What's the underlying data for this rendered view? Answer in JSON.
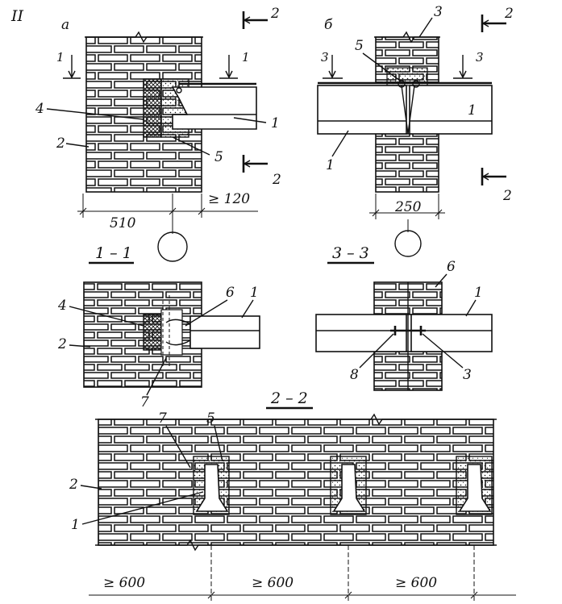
{
  "sheet_label": "II",
  "views": {
    "a": {
      "letter": "а",
      "dim_width": "510",
      "dim_bearing": "≥ 120",
      "callouts": [
        "1",
        "2",
        "4",
        "5"
      ],
      "sections": [
        "1",
        "1",
        "2",
        "2"
      ]
    },
    "b": {
      "letter": "б",
      "dim_width": "250",
      "callouts": [
        "1",
        "1",
        "3",
        "5"
      ],
      "sections": [
        "3",
        "3",
        "2",
        "2"
      ]
    }
  },
  "section_1_1": {
    "title": "1 – 1",
    "callouts": [
      "1",
      "2",
      "4",
      "6",
      "7"
    ]
  },
  "section_3_3": {
    "title": "3 – 3",
    "callouts": [
      "1",
      "3",
      "6",
      "8"
    ]
  },
  "section_2_2": {
    "title": "2 – 2",
    "callouts": [
      "1",
      "2",
      "5",
      "7"
    ],
    "spacings": [
      "≥ 600",
      "≥ 600",
      "≥ 600"
    ]
  },
  "colors": {
    "ink": "#111111",
    "paper": "#ffffff"
  }
}
